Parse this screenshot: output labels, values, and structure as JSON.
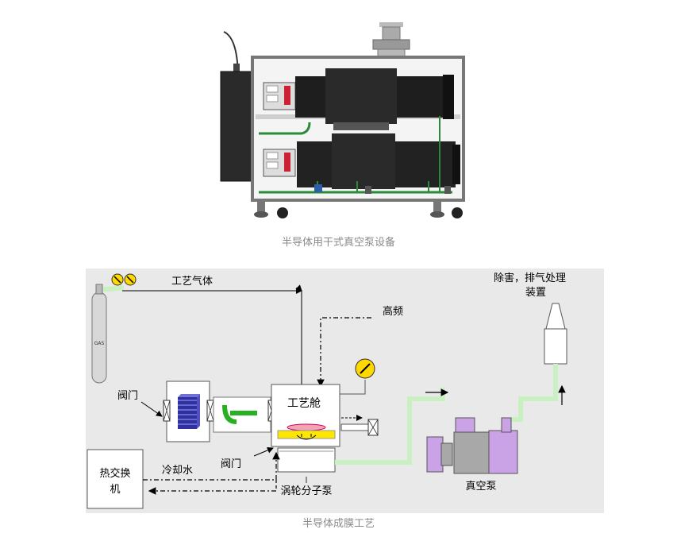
{
  "figure1": {
    "caption": "半导体用干式真空泵设备"
  },
  "figure2": {
    "caption": "半导体成膜工艺",
    "labels": {
      "process_gas": "工艺气体",
      "high_freq": "高频",
      "exhaust_line1": "除害，排气处理",
      "exhaust_line2": "装置",
      "valve_left": "阀门",
      "process_chamber": "工艺舱",
      "heat_exchanger_line1": "热交换",
      "heat_exchanger_line2": "机",
      "cooling_water": "冷却水",
      "valve_bottom": "阀门",
      "turbo_pump": "涡轮分子泵",
      "vacuum_pump": "真空泵",
      "gas_tag": "GAS"
    }
  },
  "colors": {
    "pipe_green": "#c8f0c0",
    "pump_purple": "#c9a3e6",
    "pump_gray": "#a8a8a8",
    "wafer_yellow": "#ffe600",
    "wafer_pink": "#f3a6b0",
    "valve_green": "#28b020",
    "stack_blue": "#2f2fa0"
  }
}
